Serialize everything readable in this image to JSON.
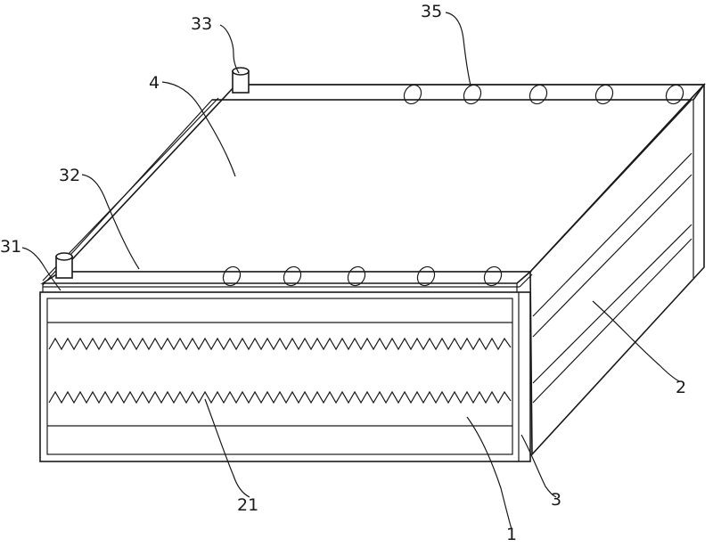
{
  "labels": {
    "l33": "33",
    "l35": "35",
    "l4": "4",
    "l32": "32",
    "l31": "31",
    "l2": "2",
    "l3": "3",
    "l21": "21",
    "l1": "1"
  },
  "colors": {
    "line": "#1a1a1a",
    "background": "#ffffff"
  }
}
